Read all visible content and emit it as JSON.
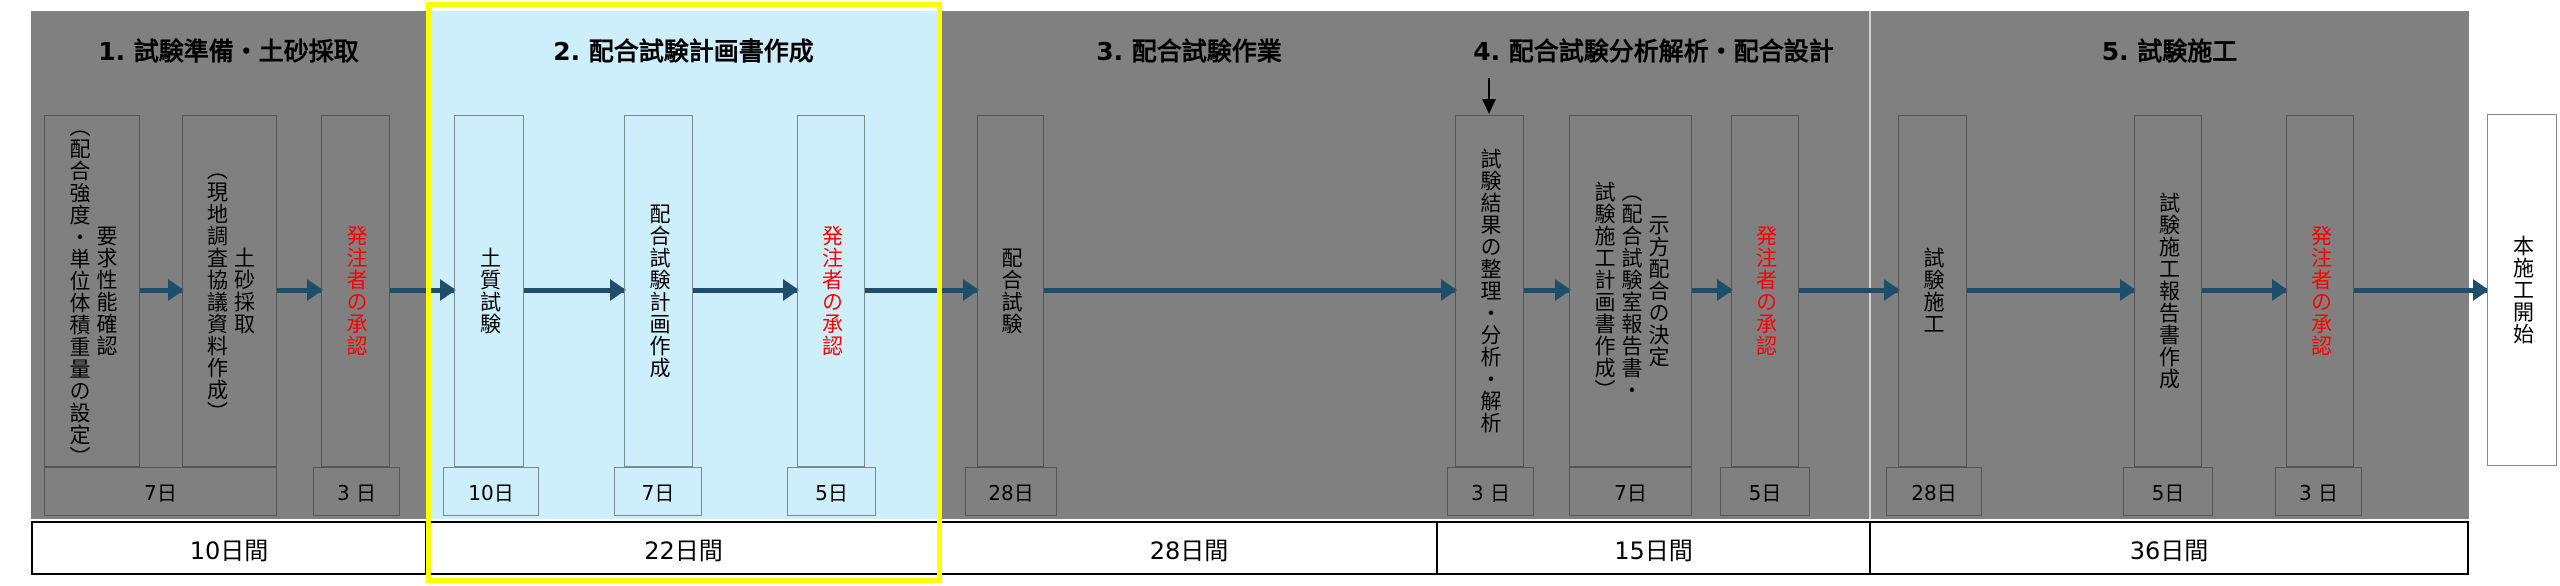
{
  "sections": [
    {
      "title": "1. 試験準備・土砂採取",
      "duration": "10日間"
    },
    {
      "title": "2. 配合試験計画書作成",
      "duration": "22日間"
    },
    {
      "title": "3. 配合試験作業",
      "duration": "28日間"
    },
    {
      "title": "4. 配合試験分析解析・配合設計",
      "duration": "15日間"
    },
    {
      "title": "5. 試験施工",
      "duration": "36日間"
    }
  ],
  "tasks": {
    "t1a": [
      "要求性能確認",
      "（配合強度・単位体積重量の設定）"
    ],
    "t1b": [
      "土砂採取",
      "（現地調査協議資料作成）"
    ],
    "approval": "発注者の承認",
    "t2a": "土質試験",
    "t2b": "配合試験計画作成",
    "t3a": "配合試験",
    "t4a": "試験結果の整理・分析・解析",
    "t4b": [
      "示方配合の決定",
      "（配合試験室報告書・",
      "試験施工計画書作成）"
    ],
    "t5a": "試験施工",
    "t5b": "試験施工報告書作成"
  },
  "days": {
    "d1ab": "7日",
    "d1c": "3 日",
    "d2a": "10日",
    "d2b": "7日",
    "d2c": "5日",
    "d3a": "28日",
    "d4a": "3 日",
    "d4b": "7日",
    "d4c": "5日",
    "d5a": "28日",
    "d5b": "5日",
    "d5c": "3 日"
  },
  "final": "本施工開始",
  "colors": {
    "panel": "#808080",
    "highlight": "#cdeefb",
    "arrow": "#1f4e6b",
    "approval": "#ff0000",
    "selection": "#ffff00"
  }
}
